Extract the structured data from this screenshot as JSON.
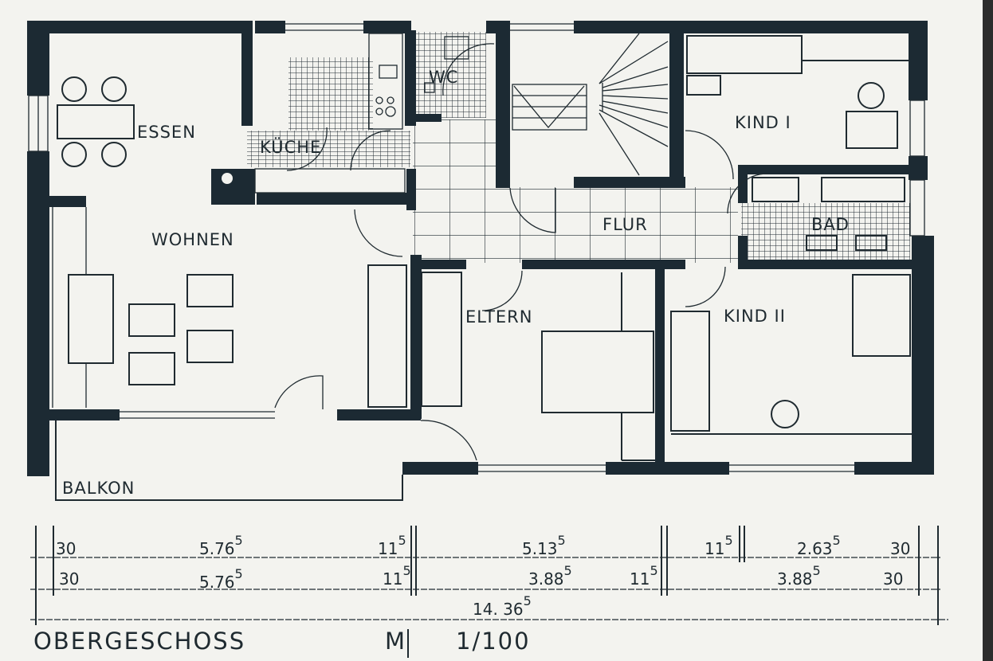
{
  "drawing": {
    "title": "OBERGESCHOSS",
    "scale_symbol": "M",
    "scale": "1/100",
    "colors": {
      "paper": "#f3f3ef",
      "ink": "#1f2a30",
      "wall": "#1c2a33",
      "edge": "#2c2c2c"
    }
  },
  "rooms": {
    "essen": "ESSEN",
    "kueche": "KÜCHE",
    "wc": "WC",
    "kind1": "KIND I",
    "wohnen": "WOHNEN",
    "flur": "FLUR",
    "bad": "BAD",
    "eltern": "ELTERN",
    "kind2": "KIND II",
    "balkon": "BALKON"
  },
  "dimensions": {
    "row1": [
      {
        "value": "30",
        "sup": ""
      },
      {
        "value": "5.76",
        "sup": "5"
      },
      {
        "value": "11",
        "sup": "5"
      },
      {
        "value": "5.13",
        "sup": "5"
      },
      {
        "value": "11",
        "sup": "5"
      },
      {
        "value": "2.63",
        "sup": "5"
      },
      {
        "value": "30",
        "sup": ""
      }
    ],
    "row2": [
      {
        "value": "30",
        "sup": ""
      },
      {
        "value": "5.76",
        "sup": "5"
      },
      {
        "value": "11",
        "sup": "5"
      },
      {
        "value": "3.88",
        "sup": "5"
      },
      {
        "value": "11",
        "sup": "5"
      },
      {
        "value": "3.88",
        "sup": "5"
      },
      {
        "value": "30",
        "sup": ""
      }
    ],
    "total": {
      "value": "14. 36",
      "sup": "5"
    }
  }
}
